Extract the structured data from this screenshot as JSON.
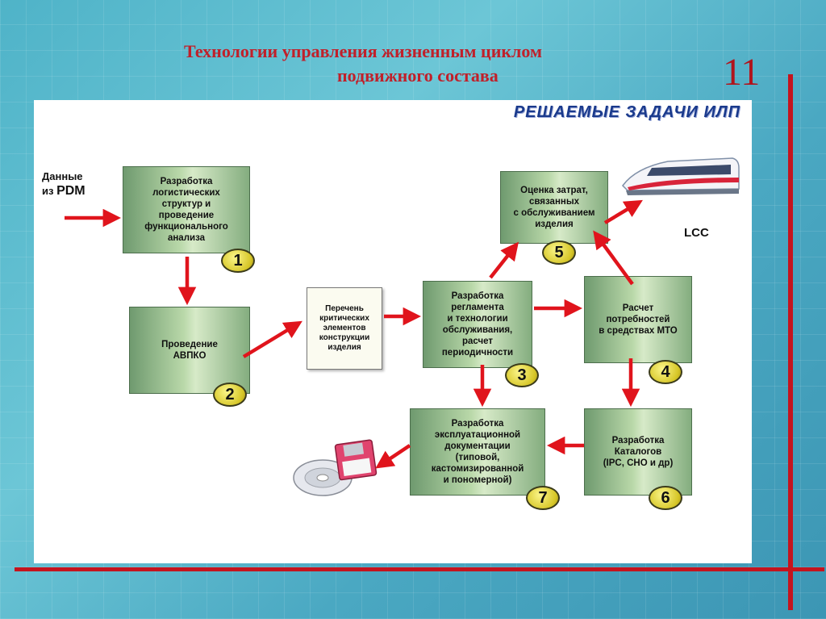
{
  "slide": {
    "title_line1": "Технологии управления жизненным циклом",
    "title_line2": "подвижного состава",
    "page_number": "11"
  },
  "diagram": {
    "heading": "РЕШАЕМЫЕ ЗАДАЧИ ИЛП",
    "input_label_line1": "Данные",
    "input_label_line2a": "из ",
    "input_label_line2b": "PDM",
    "lcc_label": "LCC",
    "note": "Перечень\nкритических\nэлементов\nконструкции\nизделия",
    "boxes": [
      {
        "text": "Разработка\nлогистических\nструктур и\nпроведение\nфункционального\nанализа",
        "num": "1"
      },
      {
        "text": "Проведение\nАВПКО",
        "num": "2"
      },
      {
        "text": "Разработка\nрегламента\nи технологии\nобслуживания,\nрасчет\nпериодичности",
        "num": "3"
      },
      {
        "text": "Расчет\nпотребностей\nв средствах МТО",
        "num": "4"
      },
      {
        "text": "Оценка затрат,\nсвязанных\nс обслуживанием\nизделия",
        "num": "5"
      },
      {
        "text": "Разработка\nКаталогов\n(IPC, СНО и др)",
        "num": "6"
      },
      {
        "text": "Разработка\nэксплуатационной\nдокументации\n(типовой,\nкастомизированной\nи пономерной)",
        "num": "7"
      }
    ],
    "icons": [
      "train-icon",
      "disk-icon"
    ],
    "colors": {
      "arrow": "#e0141c",
      "title": "#c0202a",
      "heading": "#1a3a8c"
    }
  }
}
